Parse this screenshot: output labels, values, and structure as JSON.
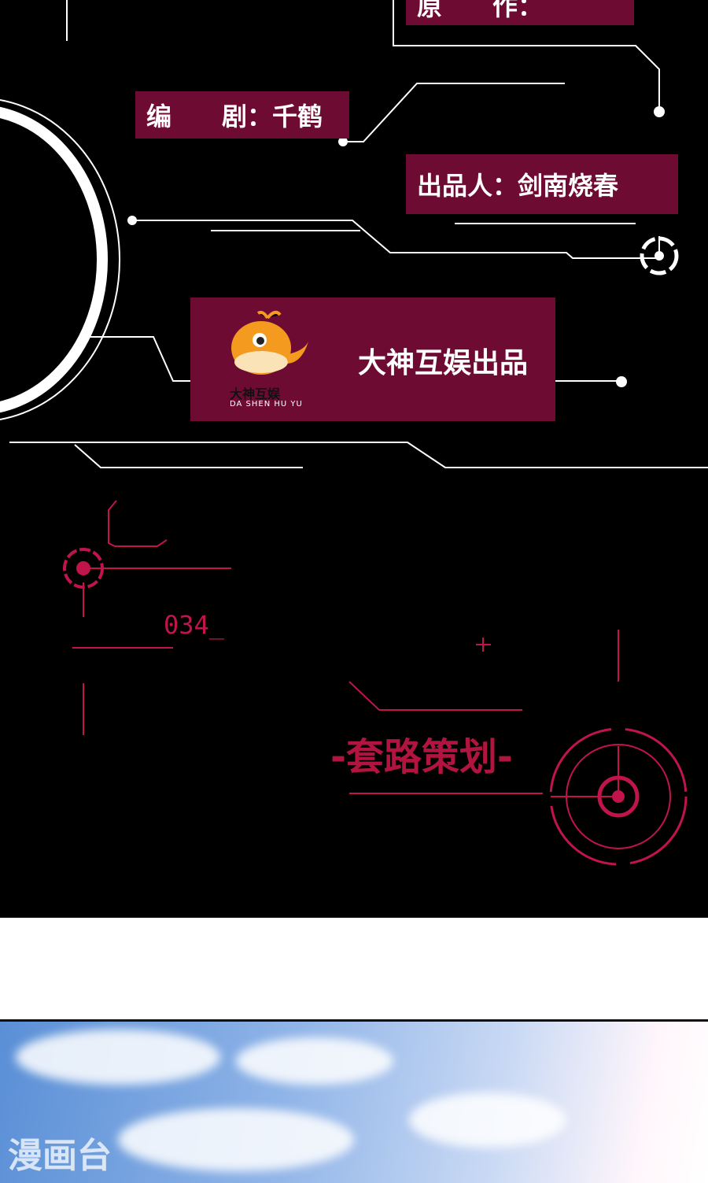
{
  "credits": {
    "original_author": "原　　作：",
    "screenwriter": "编　　剧：千鹤",
    "producer": "出品人：剑南烧春"
  },
  "studio": {
    "label": "大神互娱出品",
    "logo_cn": "大神互娱",
    "logo_en": "DA SHEN HU YU"
  },
  "hud": {
    "number": "034_",
    "section_title": "-套路策划-"
  },
  "colors": {
    "maroon": "#6e0b32",
    "accent": "#c0144a",
    "background": "#000000"
  },
  "watermark": "漫画台"
}
